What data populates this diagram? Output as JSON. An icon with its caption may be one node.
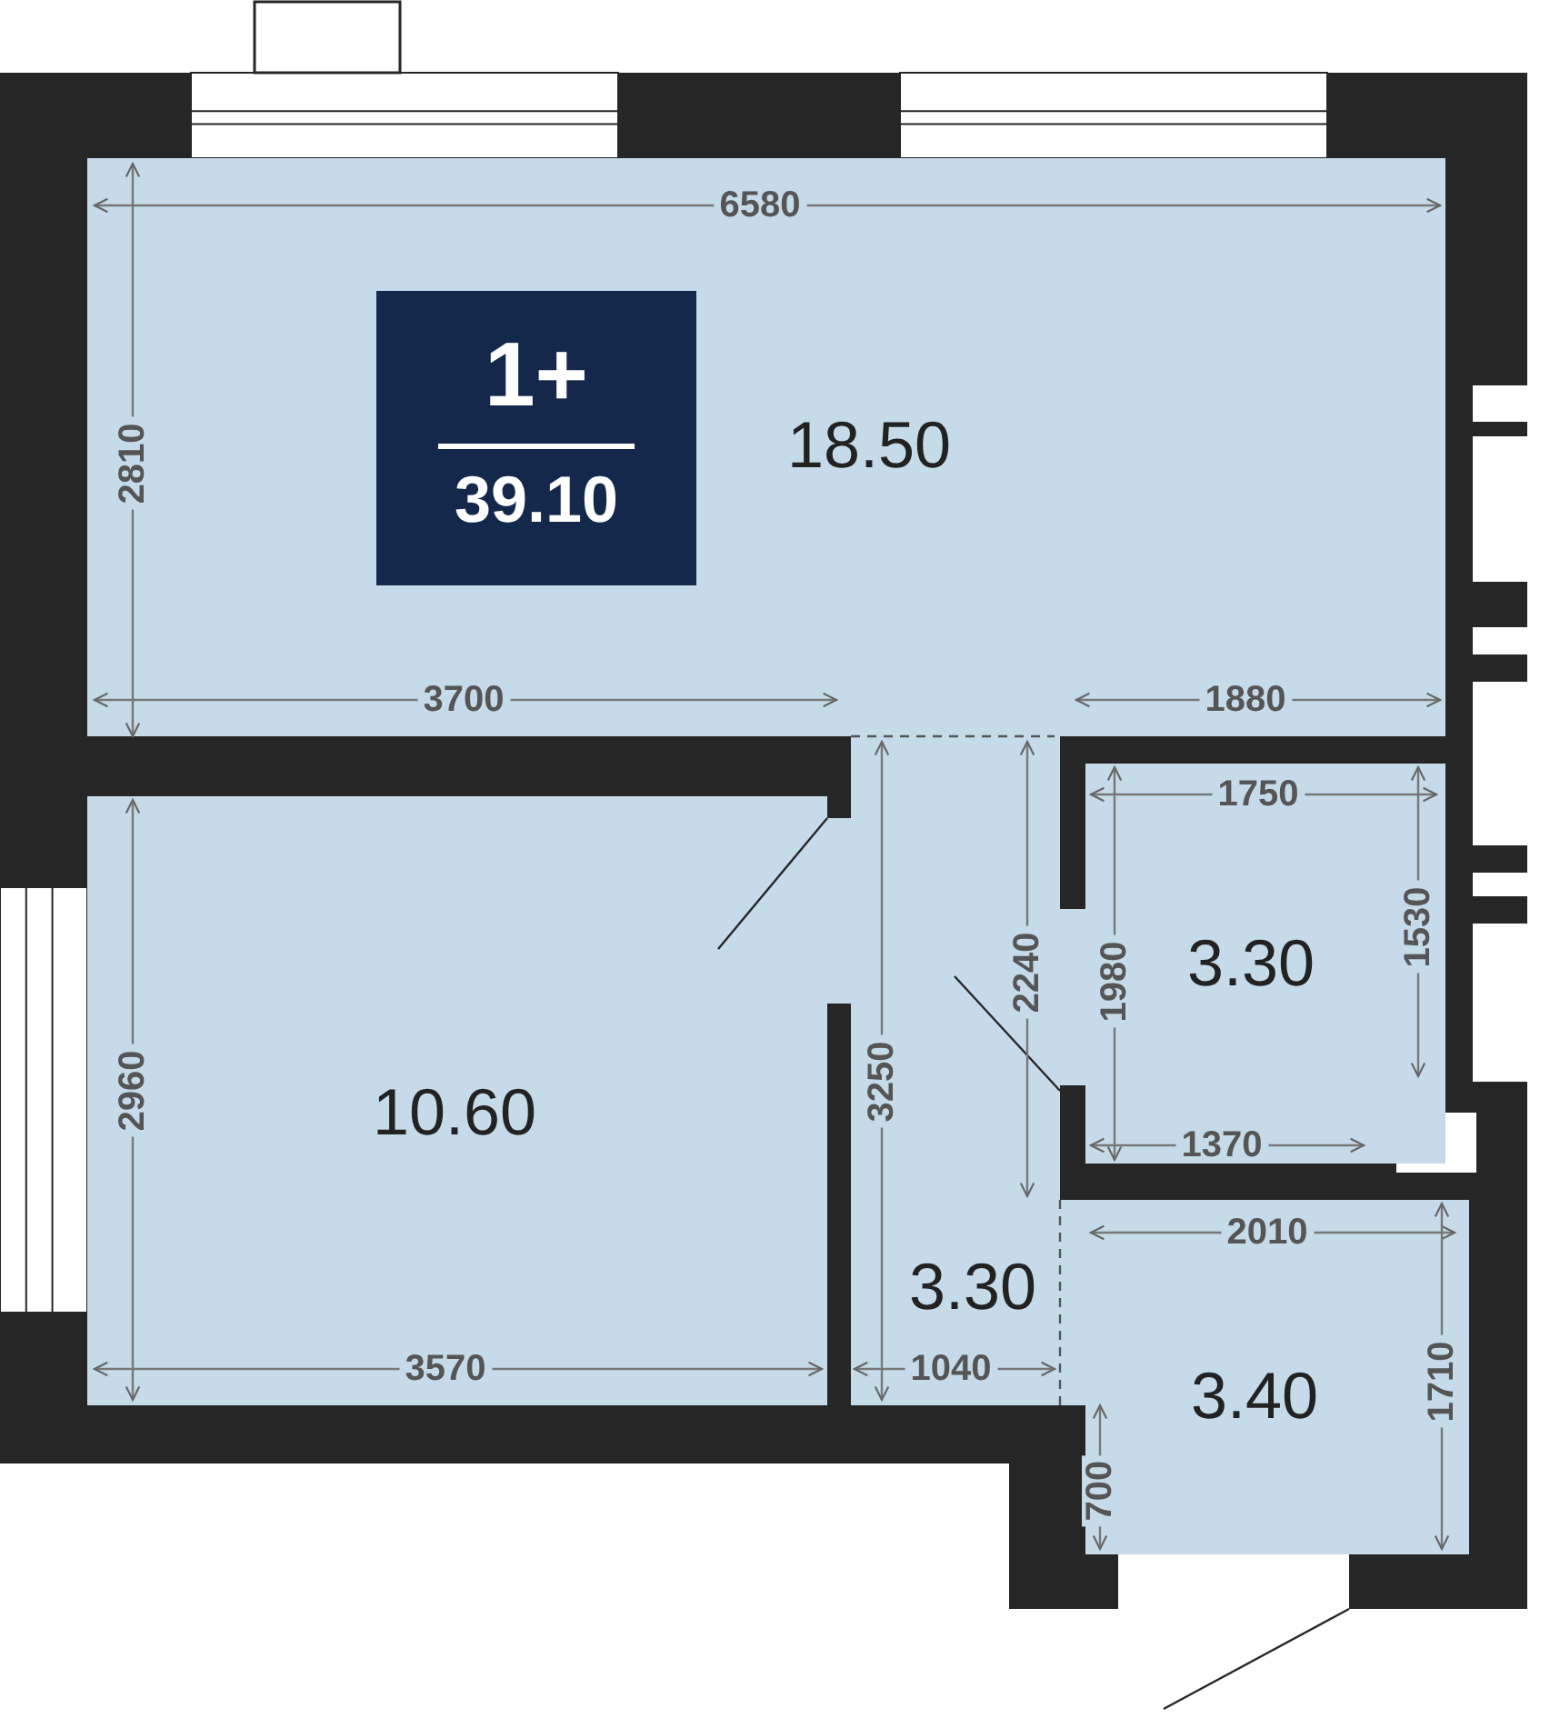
{
  "diagram": {
    "nodes": [
      {
        "text": [
          "18.50"
        ]
      },
      {
        "text": [
          "1+",
          "39.10"
        ],
        "in": 0
      },
      {
        "text": [
          "10.60"
        ]
      },
      {
        "text": [
          "3.30"
        ]
      },
      {
        "text": [
          "3.30"
        ]
      },
      {
        "text": [
          "3.40"
        ]
      }
    ],
    "labels": [
      "6580",
      "2810",
      "3700",
      "1880",
      "1750",
      "2240",
      "1980",
      "1530",
      "2960",
      "3250",
      "1370",
      "2010",
      "3570",
      "1040",
      "1710",
      "700"
    ]
  }
}
